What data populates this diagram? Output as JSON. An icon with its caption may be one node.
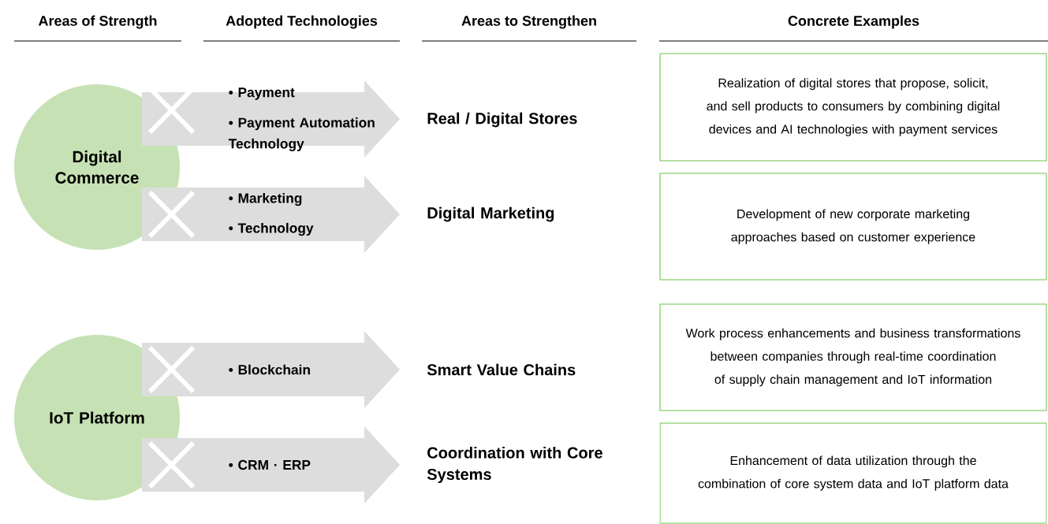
{
  "diagram": {
    "nodes": [
      {
        "text": [
          "Digital Commerce"
        ]
      },
      {
        "text": [
          "• Payment",
          "• Payment Automation Technology"
        ]
      },
      {
        "text": [
          "• Marketing",
          "• Technology"
        ]
      },
      {
        "text": [
          "Real / Digital Stores"
        ]
      },
      {
        "text": [
          "Digital Marketing"
        ]
      },
      {
        "text": [
          "Realization of digital stores that propose, solicit, and sell products to consumers by combining digital devices and AI technologies with payment services"
        ]
      },
      {
        "text": [
          "Development of new corporate marketing approaches based on customer experience"
        ]
      },
      {
        "text": [
          "IoT Platform"
        ]
      },
      {
        "text": [
          "• Blockchain"
        ]
      },
      {
        "text": [
          "• CRM · ERP"
        ]
      },
      {
        "text": [
          "Smart Value Chains"
        ]
      },
      {
        "text": [
          "Coordination with Core Systems"
        ]
      },
      {
        "text": [
          "Work process enhancements and business transformations between companies through real-time coordination of supply chain management and IoT information"
        ]
      },
      {
        "text": [
          "Enhancement of data utilization through the combination of core system data and IoT platform data"
        ]
      }
    ],
    "labels": [
      "Areas of Strength",
      "Adopted Technologies",
      "Areas to Strengthen",
      "Concrete Examples"
    ]
  }
}
